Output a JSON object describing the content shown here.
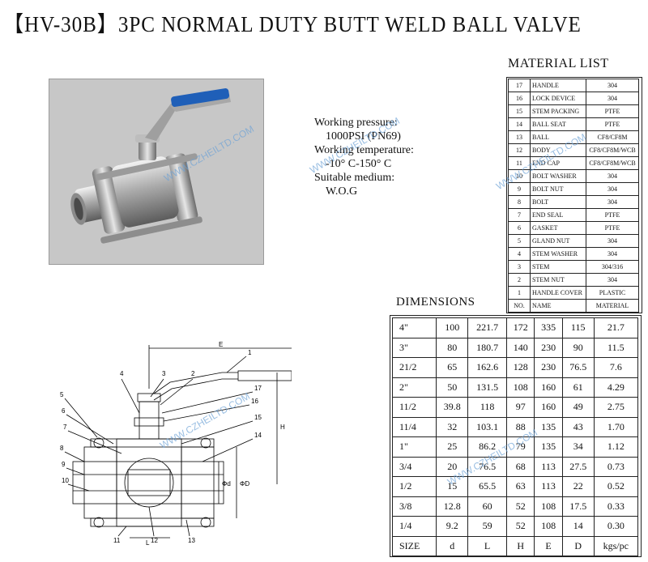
{
  "title": "【HV-30B】3PC NORMAL DUTY BUTT WELD BALL VALVE",
  "specs": {
    "pressure_label": "Working pressure:",
    "pressure_value": "1000PSI (PN69)",
    "temp_label": "Working temperature:",
    "temp_value": "-10° C-150° C",
    "medium_label": "Suitable medium:",
    "medium_value": "W.O.G"
  },
  "material_list": {
    "title": "MATERIAL LIST",
    "rows": [
      {
        "no": "17",
        "name": "HANDLE",
        "material": "304"
      },
      {
        "no": "16",
        "name": "LOCK DEVICE",
        "material": "304"
      },
      {
        "no": "15",
        "name": "STEM PACKING",
        "material": "PTFE"
      },
      {
        "no": "14",
        "name": "BALL SEAT",
        "material": "PTFE"
      },
      {
        "no": "13",
        "name": "BALL",
        "material": "CF8/CF8M"
      },
      {
        "no": "12",
        "name": "BODY",
        "material": "CF8/CF8M/WCB"
      },
      {
        "no": "11",
        "name": "END CAP",
        "material": "CF8/CF8M/WCB"
      },
      {
        "no": "10",
        "name": "BOLT WASHER",
        "material": "304"
      },
      {
        "no": "9",
        "name": "BOLT NUT",
        "material": "304"
      },
      {
        "no": "8",
        "name": "BOLT",
        "material": "304"
      },
      {
        "no": "7",
        "name": "END SEAL",
        "material": "PTFE"
      },
      {
        "no": "6",
        "name": "GASKET",
        "material": "PTFE"
      },
      {
        "no": "5",
        "name": "GLAND NUT",
        "material": "304"
      },
      {
        "no": "4",
        "name": "STEM WASHER",
        "material": "304"
      },
      {
        "no": "3",
        "name": "STEM",
        "material": "304/316"
      },
      {
        "no": "2",
        "name": "STEM NUT",
        "material": "304"
      },
      {
        "no": "1",
        "name": "HANDLE COVER",
        "material": "PLASTIC"
      },
      {
        "no": "NO.",
        "name": "NAME",
        "material": "MATERIAL"
      }
    ]
  },
  "dimensions": {
    "title": "DIMENSIONS",
    "rows": [
      [
        "4\"",
        "100",
        "221.7",
        "172",
        "335",
        "115",
        "21.7"
      ],
      [
        "3\"",
        "80",
        "180.7",
        "140",
        "230",
        "90",
        "11.5"
      ],
      [
        "21/2",
        "65",
        "162.6",
        "128",
        "230",
        "76.5",
        "7.6"
      ],
      [
        "2\"",
        "50",
        "131.5",
        "108",
        "160",
        "61",
        "4.29"
      ],
      [
        "11/2",
        "39.8",
        "118",
        "97",
        "160",
        "49",
        "2.75"
      ],
      [
        "11/4",
        "32",
        "103.1",
        "88",
        "135",
        "43",
        "1.70"
      ],
      [
        "1\"",
        "25",
        "86.2",
        "79",
        "135",
        "34",
        "1.12"
      ],
      [
        "3/4",
        "20",
        "76.5",
        "68",
        "113",
        "27.5",
        "0.73"
      ],
      [
        "1/2",
        "15",
        "65.5",
        "63",
        "113",
        "22",
        "0.52"
      ],
      [
        "3/8",
        "12.8",
        "60",
        "52",
        "108",
        "17.5",
        "0.33"
      ],
      [
        "1/4",
        "9.2",
        "59",
        "52",
        "108",
        "14",
        "0.30"
      ],
      [
        "SIZE",
        "d",
        "L",
        "H",
        "E",
        "D",
        "kgs/pc"
      ]
    ]
  },
  "drawing": {
    "labels": [
      "1",
      "2",
      "3",
      "4",
      "5",
      "6",
      "7",
      "8",
      "9",
      "10",
      "11",
      "12",
      "13",
      "14",
      "15",
      "16",
      "17"
    ],
    "dim_labels": {
      "E": "E",
      "H": "H",
      "L": "L",
      "d": "Φd",
      "D": "ΦD"
    }
  },
  "watermark": "WWW.CZHEILTD.COM",
  "colors": {
    "handle_cover": "#1f5fb8",
    "photo_bg": "#c7c7c7",
    "watermark": "#6fa3d6"
  }
}
